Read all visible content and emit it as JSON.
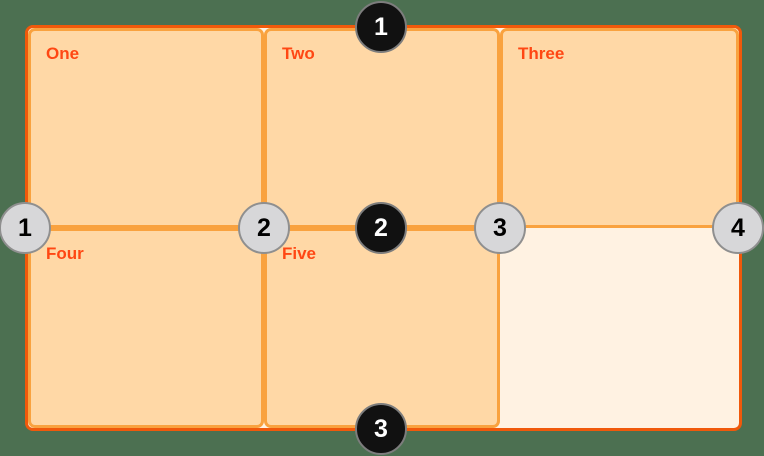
{
  "grid": {
    "cells": [
      {
        "label": "One"
      },
      {
        "label": "Two"
      },
      {
        "label": "Three"
      },
      {
        "label": "Four"
      },
      {
        "label": "Five"
      }
    ],
    "columns": 3,
    "rows": 2
  },
  "row_line_badges": [
    {
      "number": "1"
    },
    {
      "number": "2"
    },
    {
      "number": "3"
    }
  ],
  "column_line_badges": [
    {
      "number": "1"
    },
    {
      "number": "2"
    },
    {
      "number": "3"
    },
    {
      "number": "4"
    }
  ],
  "colors": {
    "page_background": "#4C7051",
    "container_border": "#F0590B",
    "container_background": "#FFF2E2",
    "cell_background": "#FFD8A6",
    "cell_border": "#F9A23F",
    "label_text": "#FF4713",
    "row_badge_fill": "#111111",
    "row_badge_ring": "#7D7D7D",
    "row_badge_text": "#FFFFFF",
    "column_badge_fill": "#D7D7D9",
    "column_badge_ring": "#8F8F8F",
    "column_badge_text": "#000000"
  }
}
